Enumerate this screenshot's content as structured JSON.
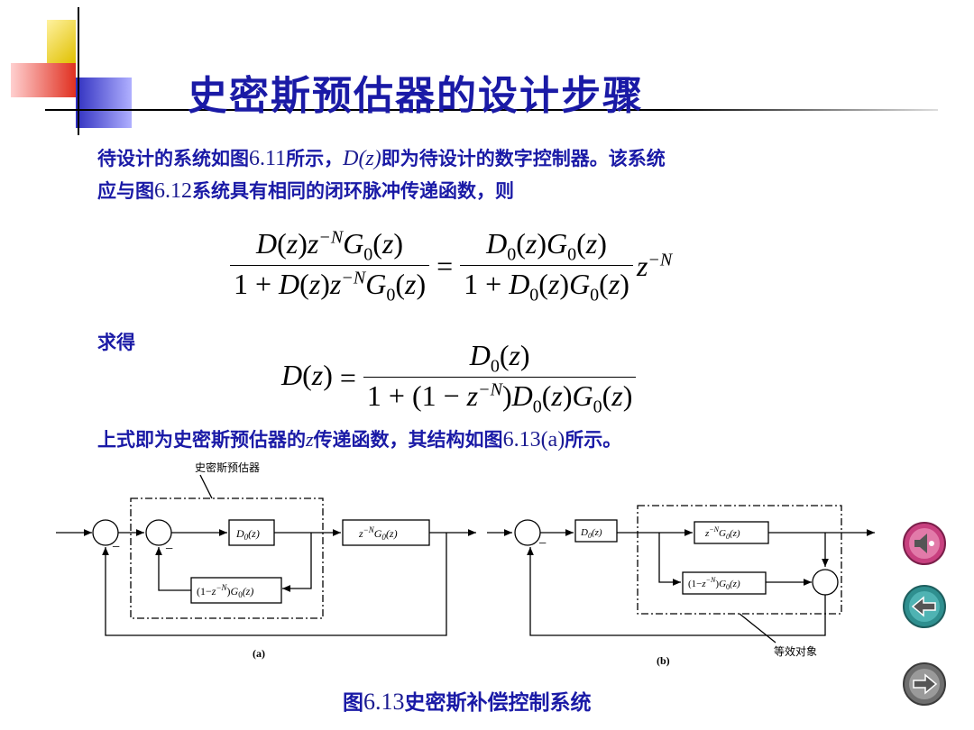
{
  "title": "史密斯预估器的设计步骤",
  "paragraph1": {
    "t1": "待设计的系统如图",
    "fig": "6.11",
    "t2": "所示，",
    "dz": "D(z)",
    "t3": "即为待设计的数字控制器。该系统",
    "t4": "应与图",
    "fig2": "6.12",
    "t5": "系统具有相同的闭环脉冲传递函数，则"
  },
  "solve_label": "求得",
  "paragraph2": {
    "t1": "上式即为史密斯预估器的",
    "z": "z",
    "t2": "传递函数，其结构如图",
    "fig": "6.13(a)",
    "t3": "所示。"
  },
  "diagram": {
    "smith_label": "史密斯预估器",
    "equiv_label": "等效对象",
    "label_a": "(a)",
    "label_b": "(b)",
    "minus": "−",
    "block_d0": "D0(z)",
    "block_plant": "z-NG0(z)",
    "block_comp": "(1-z-N)G0(z)"
  },
  "caption": {
    "prefix": "图",
    "num": "6.13",
    "text": "史密斯补偿控制系统"
  },
  "nav": {
    "sound_icon": "speaker-icon",
    "back_icon": "arrow-left-icon",
    "next_icon": "arrow-right-icon"
  },
  "colors": {
    "title": "#1a1aa6",
    "nav_pink": "#c8407f",
    "nav_teal": "#2f8f8f",
    "nav_gray": "#555555"
  }
}
